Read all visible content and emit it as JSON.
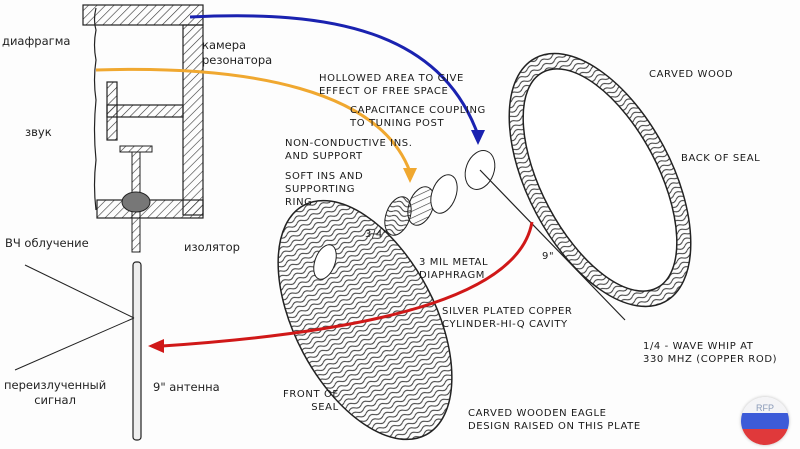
{
  "russian_labels": {
    "diaphragm": "диафрагма",
    "resonator_chamber": "камера\nрезонатора",
    "sound": "звук",
    "rf_irradiation": "ВЧ облучение",
    "insulator": "изолятор",
    "reradiated_signal": "переизлученный\nсигнал",
    "antenna": "9\" антенна"
  },
  "english_labels": {
    "hollowed_area": "HOLLOWED AREA TO GIVE\nEFFECT OF FREE SPACE",
    "capacitance": "CAPACITANCE COUPLING\nTO TUNING POST",
    "non_conductive": "NON-CONDUCTIVE INS.\nAND SUPPORT",
    "soft_ins": "SOFT INS AND\nSUPPORTING\nRING",
    "three_quarter": "3/4\"",
    "metal_diaphragm": "3 MIL METAL\nDIAPHRAGM",
    "nine_inch": "9\"",
    "silver_plated": "SILVER PLATED COPPER\nCYLINDER-HI-Q CAVITY",
    "carved_wood": "CARVED WOOD",
    "back_of_seal": "BACK OF SEAL",
    "quarter_wave": "1/4 - WAVE WHIP AT\n330 MHz (COPPER ROD)",
    "front_of_seal": "FRONT OF\nSEAL",
    "eagle": "CARVED WOODEN EAGLE\nDESIGN RAISED ON THIS PLATE"
  },
  "arrow_colors": {
    "blue": "#1a22b0",
    "orange": "#f0a830",
    "red": "#d01818"
  },
  "logo": {
    "text": "RFP"
  }
}
